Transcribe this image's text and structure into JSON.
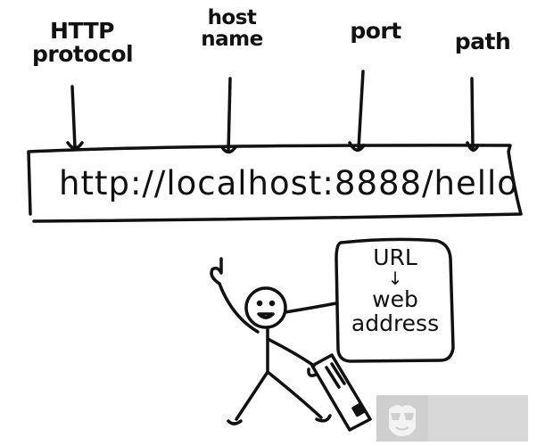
{
  "diagram": {
    "labels": [
      {
        "id": "protocol",
        "lines": [
          "HTTP",
          "protocol"
        ]
      },
      {
        "id": "host",
        "lines": [
          "host",
          "name"
        ]
      },
      {
        "id": "port",
        "lines": [
          "port"
        ]
      },
      {
        "id": "path",
        "lines": [
          "path"
        ]
      }
    ],
    "url": "http://localhost:8888/hello",
    "speech_bubble": {
      "line1": "URL",
      "arrow": "↓",
      "line2": "web",
      "line3": "address"
    },
    "colors": {
      "ink": "#111111",
      "background": "#ffffff",
      "watermark": "#d8d8d8"
    }
  }
}
